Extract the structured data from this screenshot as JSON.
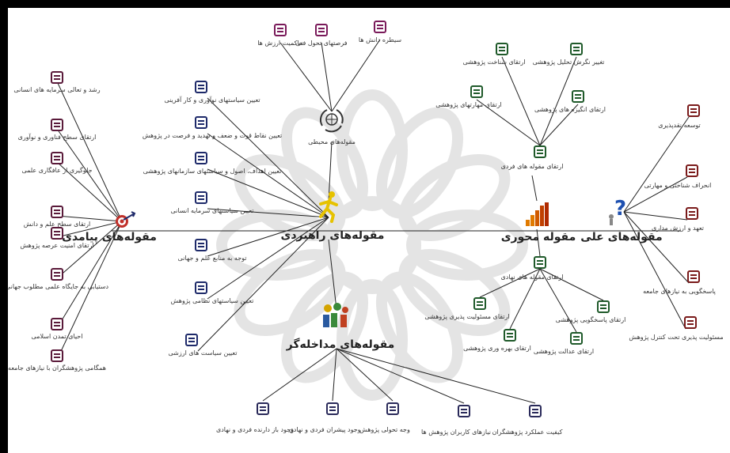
{
  "colors": {
    "left": "#5a1a3a",
    "top": "#7a1a5a",
    "right_green": "#1f5a2a",
    "right_red": "#7a1a1a",
    "bottom": "#2a2a5a",
    "center": "#1e2a6a",
    "lines": "#222222"
  },
  "hubs": {
    "center": {
      "label": "مقوله‌های راهبردی",
      "icon": "running-man-icon"
    },
    "left": {
      "label": "مقوله‌های پیامدی",
      "icon": "target-dart-icon"
    },
    "top": {
      "label": "مقوله‌های محیطی",
      "icon": "globe-recycle-icon"
    },
    "bottom": {
      "label": "مقوله‌های مداخله‌گر",
      "icon": "people-gears-icon"
    },
    "axial": {
      "label": "مقوله محوری",
      "icon": "bar-chart-icon"
    },
    "causal": {
      "label": "مقوله‌های علی",
      "icon": "question-person-icon"
    },
    "individual": {
      "label": "ارتقای مقوله های فردی"
    },
    "organizational": {
      "label": "ارتقای مقوله های نهادی"
    }
  },
  "left_items": [
    "رشد و تعالی سرمایه های انسانی",
    "ارتقای سطح فناوری و نوآوری",
    "جلوگیری از عافگاری علمی",
    "ارتقای سطح علم و دانش",
    "ارتقای امنیت عرصه پژوهش",
    "دستیابی به جایگاه علمی مطلوب جهانی",
    "احیای تمدن اسلامی",
    "همگامی پژوهشگران با نیازهای جامعه"
  ],
  "top_items": [
    "حاکمیت ارزش ها",
    "فرصتهای تحول فنی",
    "سیطره دانش ها"
  ],
  "center_items": [
    "تعیین سیاستهای نوآوری و کار آفرینی",
    "تعیین نقاط قوت و ضعف و تهدید و فرصت در پژوهش",
    "تعیین اهداف، اصول و سیاستهای سازمانهای پژوهشی",
    "تعیین سیاستهای سرمایه انسانی",
    "توجه به منابع علم و جهانی",
    "تعیین سیاستهای نظامی پژوهش",
    "تعیین سیاست های ارزشی"
  ],
  "bottom_items": [
    "وجود باز دارنده فردی و نهادی",
    "وجود پیشران فردی و نهادی",
    "وجه تحولی پژوهش",
    "نیازهای کاربران پژوهش ها",
    "کیفیت عملکرد پژوهشگران"
  ],
  "individual_items": [
    "ارتقای شناخت پژوهشی",
    "تغییر نگرش تحلیل پژوهشی",
    "ارتقای مهارتهای پژوهشی",
    "ارتقای انگیزه های پژوهشی"
  ],
  "organizational_items": [
    "ارتقای مسئولیت پذیری پژوهشی",
    "ارتقای پاسخگویی پژوهشی",
    "ارتقای بهره وری پژوهشی",
    "ارتقای عدالت پژوهشی"
  ],
  "causal_items": [
    "توسعه نقدپذیری",
    "انحراف شناختی و مهارتی",
    "تعهد و ارزش مداری",
    "پاسخگویی به نیازهای جامعه",
    "مسئولیت پذیری تحت کنترل پژوهش"
  ]
}
